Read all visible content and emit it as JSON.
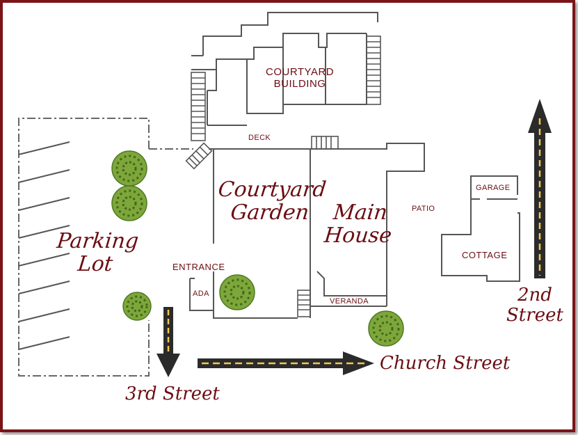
{
  "colors": {
    "frame": "#7a1418",
    "label": "#6b0d13",
    "wall": "#555555",
    "road": "#2b2b2b",
    "road_dash": "#f2c94c",
    "tree": "#7ea63a",
    "tree_dark": "#3f6a1b"
  },
  "labels": {
    "courtyard_building": "COURTYARD\nBUILDING",
    "deck": "DECK",
    "courtyard_garden": "Courtyard\nGarden",
    "main_house": "Main\nHouse",
    "patio": "PATIO",
    "garage": "GARAGE",
    "cottage": "COTTAGE",
    "parking_lot": "Parking\nLot",
    "entrance": "ENTRANCE",
    "ada": "ADA",
    "veranda": "VERANDA"
  },
  "streets": {
    "third": "3rd Street",
    "church": "Church Street",
    "second": "2nd\nStreet"
  },
  "icons": [
    "tree-icon",
    "stairs-icon",
    "road-arrow-icon"
  ]
}
